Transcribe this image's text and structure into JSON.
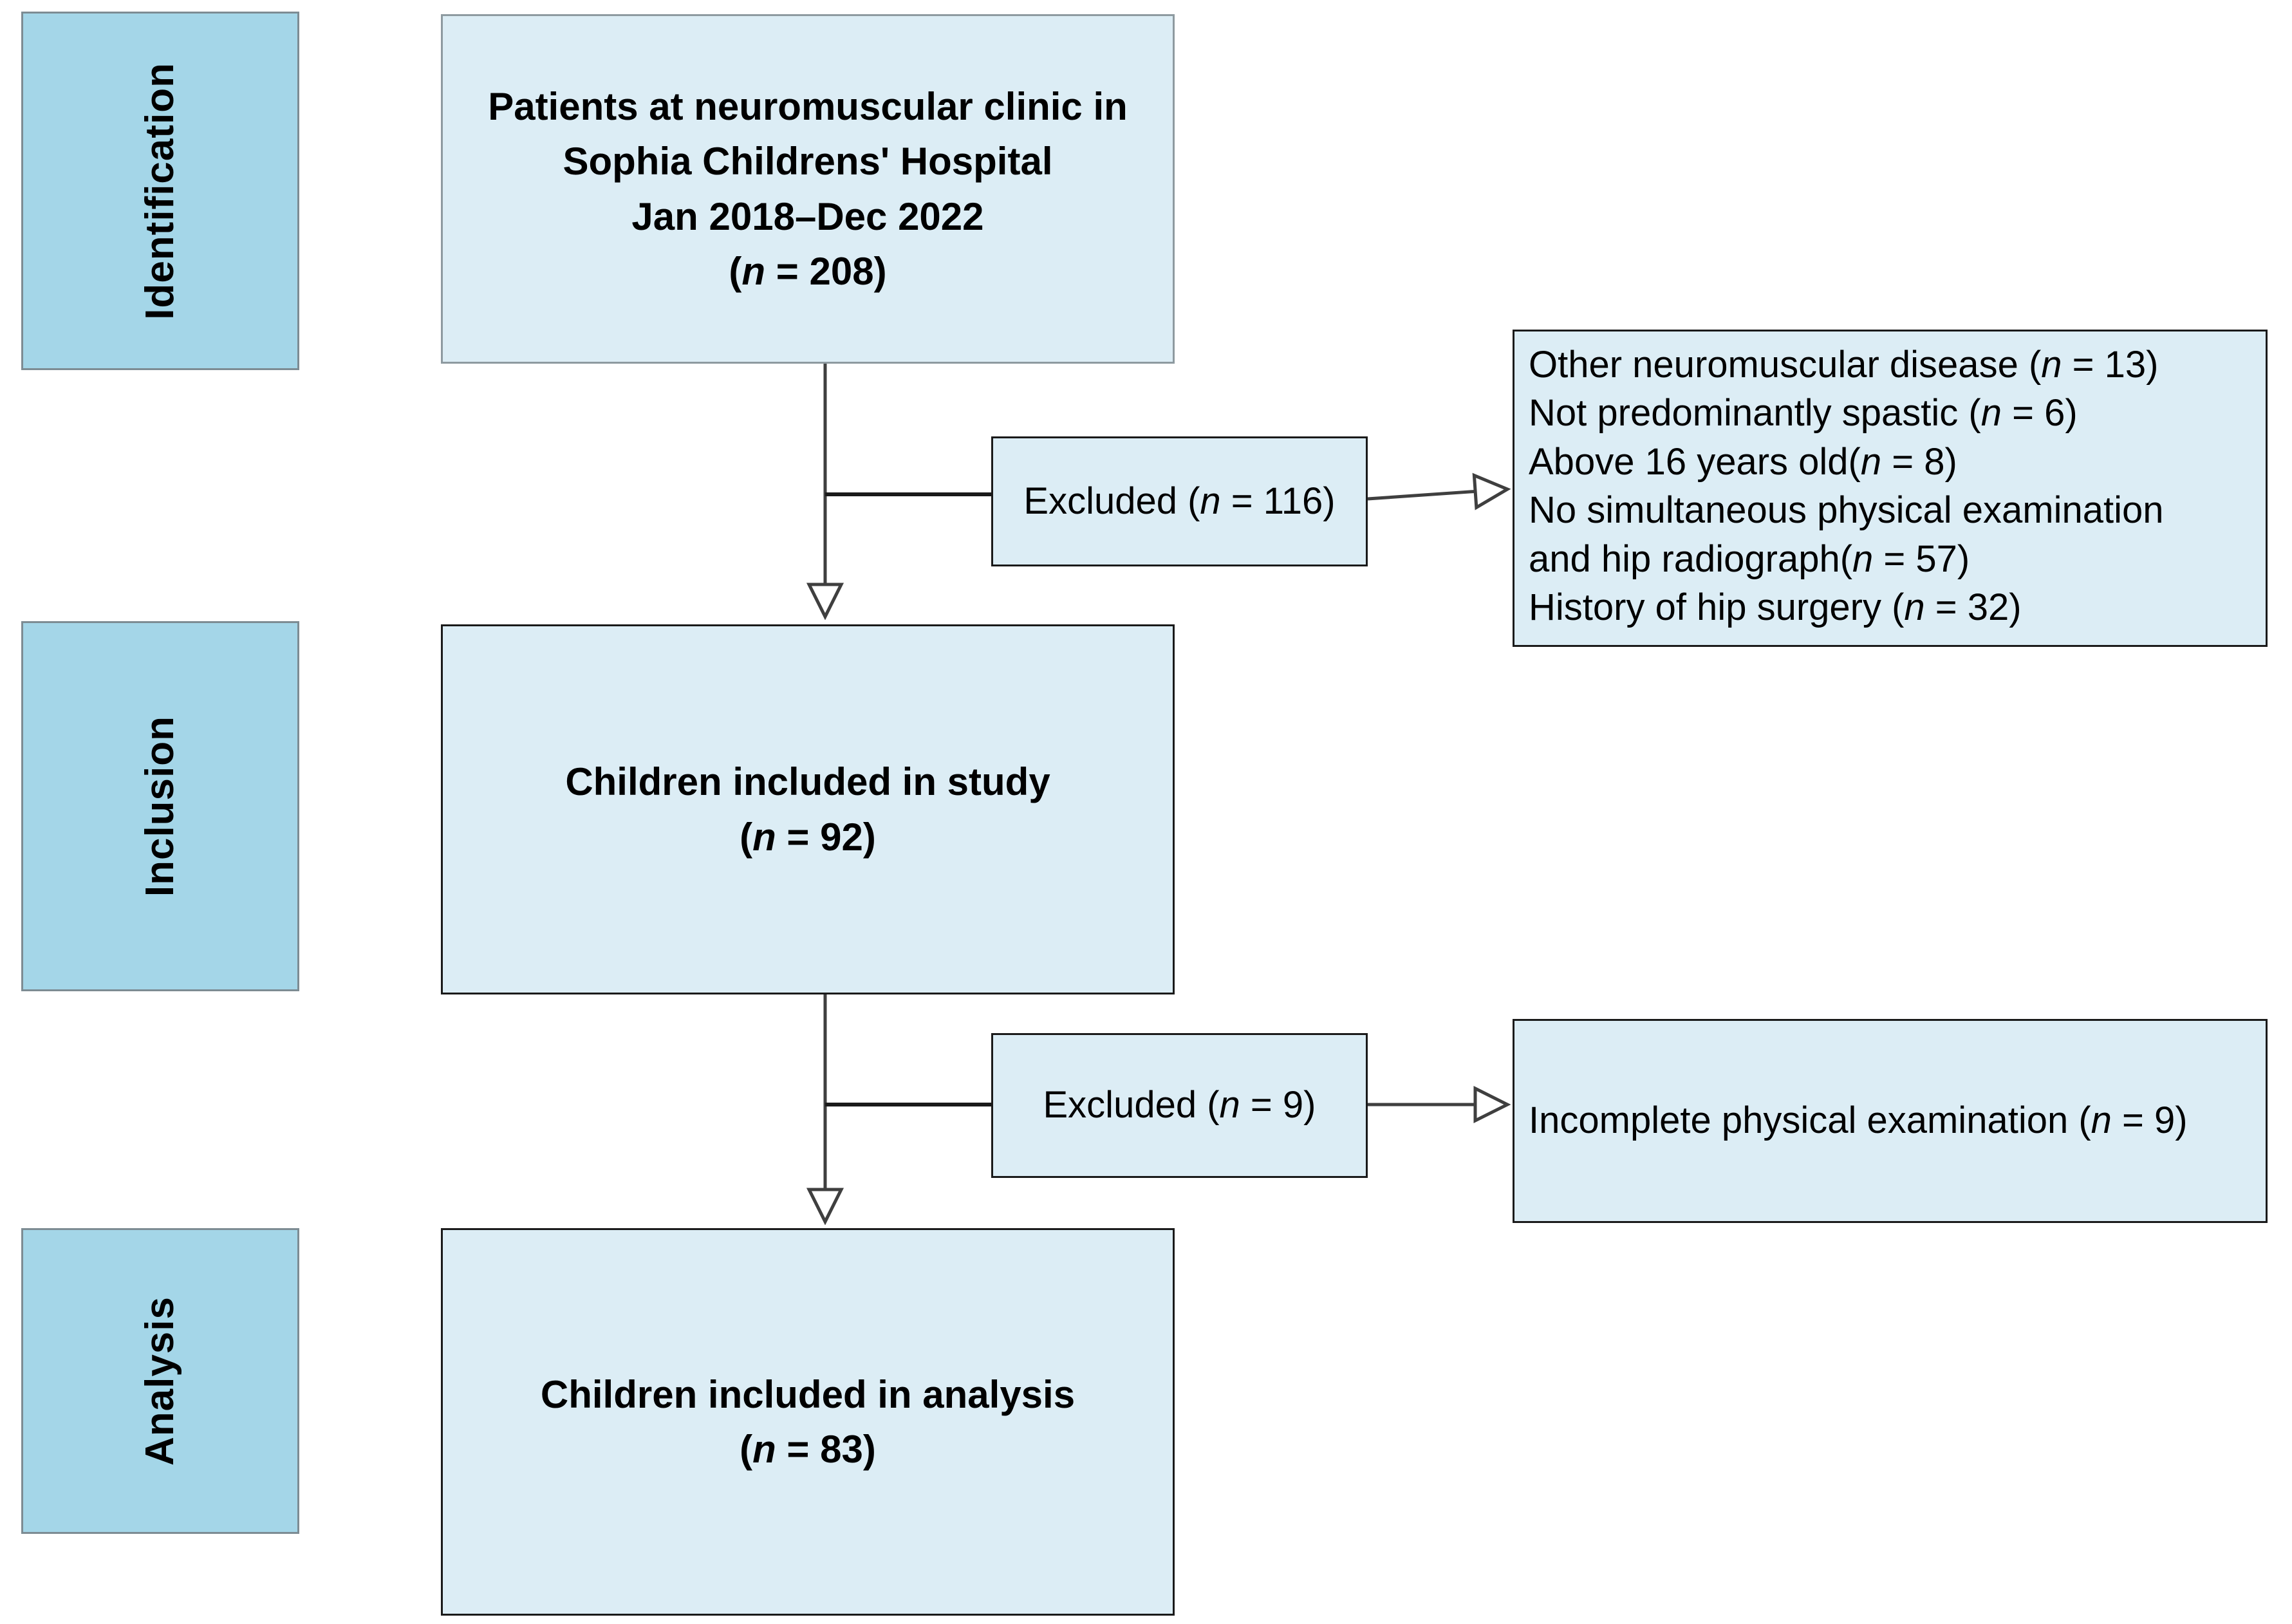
{
  "diagram": {
    "type": "prisma-flowchart",
    "title": "Study participant flow",
    "colors": {
      "stage_bar_fill": "#a4d6e8",
      "stage_bar_border": "#7d8c93",
      "node_fill": "#dcedf5",
      "node_border": "#1a1a1a",
      "connector": "#3f3f3f",
      "page_background": "#ffffff"
    }
  },
  "stages": [
    {
      "id": "identification",
      "label": "Identification"
    },
    {
      "id": "inclusion",
      "label": "Inclusion"
    },
    {
      "id": "analysis",
      "label": "Analysis"
    }
  ],
  "nodes": {
    "source": {
      "lines": [
        "Patients at neuromuscular clinic in",
        "Sophia Childrens' Hospital",
        "Jan 2018–Dec 2022"
      ],
      "count_prefix": "(",
      "count_n": "n",
      "count_eq": " = ",
      "count_value": "208",
      "count_suffix": ")",
      "n_value": 208
    },
    "excluded_first": {
      "label": "Excluded (",
      "n": "n",
      "eq": " = ",
      "value": "116",
      "suffix": ")",
      "n_value": 116
    },
    "exclusion_reasons": {
      "items": [
        {
          "text": "Other neuromuscular disease (",
          "n": "n",
          "eq": " = ",
          "value": "13",
          "suffix": ")",
          "n_value": 13
        },
        {
          "text": "Not predominantly spastic (",
          "n": "n",
          "eq": " = ",
          "value": "6",
          "suffix": ")",
          "n_value": 6
        },
        {
          "text": "Above 16 years old(",
          "n": "n",
          "eq": " = ",
          "value": "8",
          "suffix": ")",
          "n_value": 8
        },
        {
          "text": "No simultaneous physical examination",
          "n": "",
          "eq": "",
          "value": "",
          "suffix": "",
          "n_value": null
        },
        {
          "text": "and hip radiograph(",
          "n": "n",
          "eq": " = ",
          "value": "57",
          "suffix": ")",
          "n_value": 57
        },
        {
          "text": "History of hip surgery (",
          "n": "n",
          "eq": " = ",
          "value": "32",
          "suffix": ")",
          "n_value": 32
        }
      ]
    },
    "included_study": {
      "lines": [
        "Children included in study"
      ],
      "count_prefix": "(",
      "count_n": "n",
      "count_eq": " = ",
      "count_value": "92",
      "count_suffix": ")",
      "n_value": 92
    },
    "excluded_second": {
      "label": "Excluded (",
      "n": "n",
      "eq": " = ",
      "value": "9",
      "suffix": ")",
      "n_value": 9
    },
    "incomplete_exam": {
      "text": "Incomplete physical examination (",
      "n": "n",
      "eq": " = ",
      "value": "9",
      "suffix": ")",
      "n_value": 9
    },
    "included_analysis": {
      "lines": [
        "Children included in analysis"
      ],
      "count_prefix": "(",
      "count_n": "n",
      "count_eq": " = ",
      "count_value": "83",
      "count_suffix": ")",
      "n_value": 83
    }
  },
  "flow": [
    {
      "from": "source",
      "to": "included_study",
      "kind": "vertical-arrow"
    },
    {
      "from": "source-stem",
      "to": "excluded_first",
      "kind": "horizontal-branch"
    },
    {
      "from": "excluded_first",
      "to": "exclusion_reasons",
      "kind": "horizontal-arrow"
    },
    {
      "from": "included_study",
      "to": "included_analysis",
      "kind": "vertical-arrow"
    },
    {
      "from": "included_study-stem",
      "to": "excluded_second",
      "kind": "horizontal-branch"
    },
    {
      "from": "excluded_second",
      "to": "incomplete_exam",
      "kind": "horizontal-arrow"
    }
  ]
}
